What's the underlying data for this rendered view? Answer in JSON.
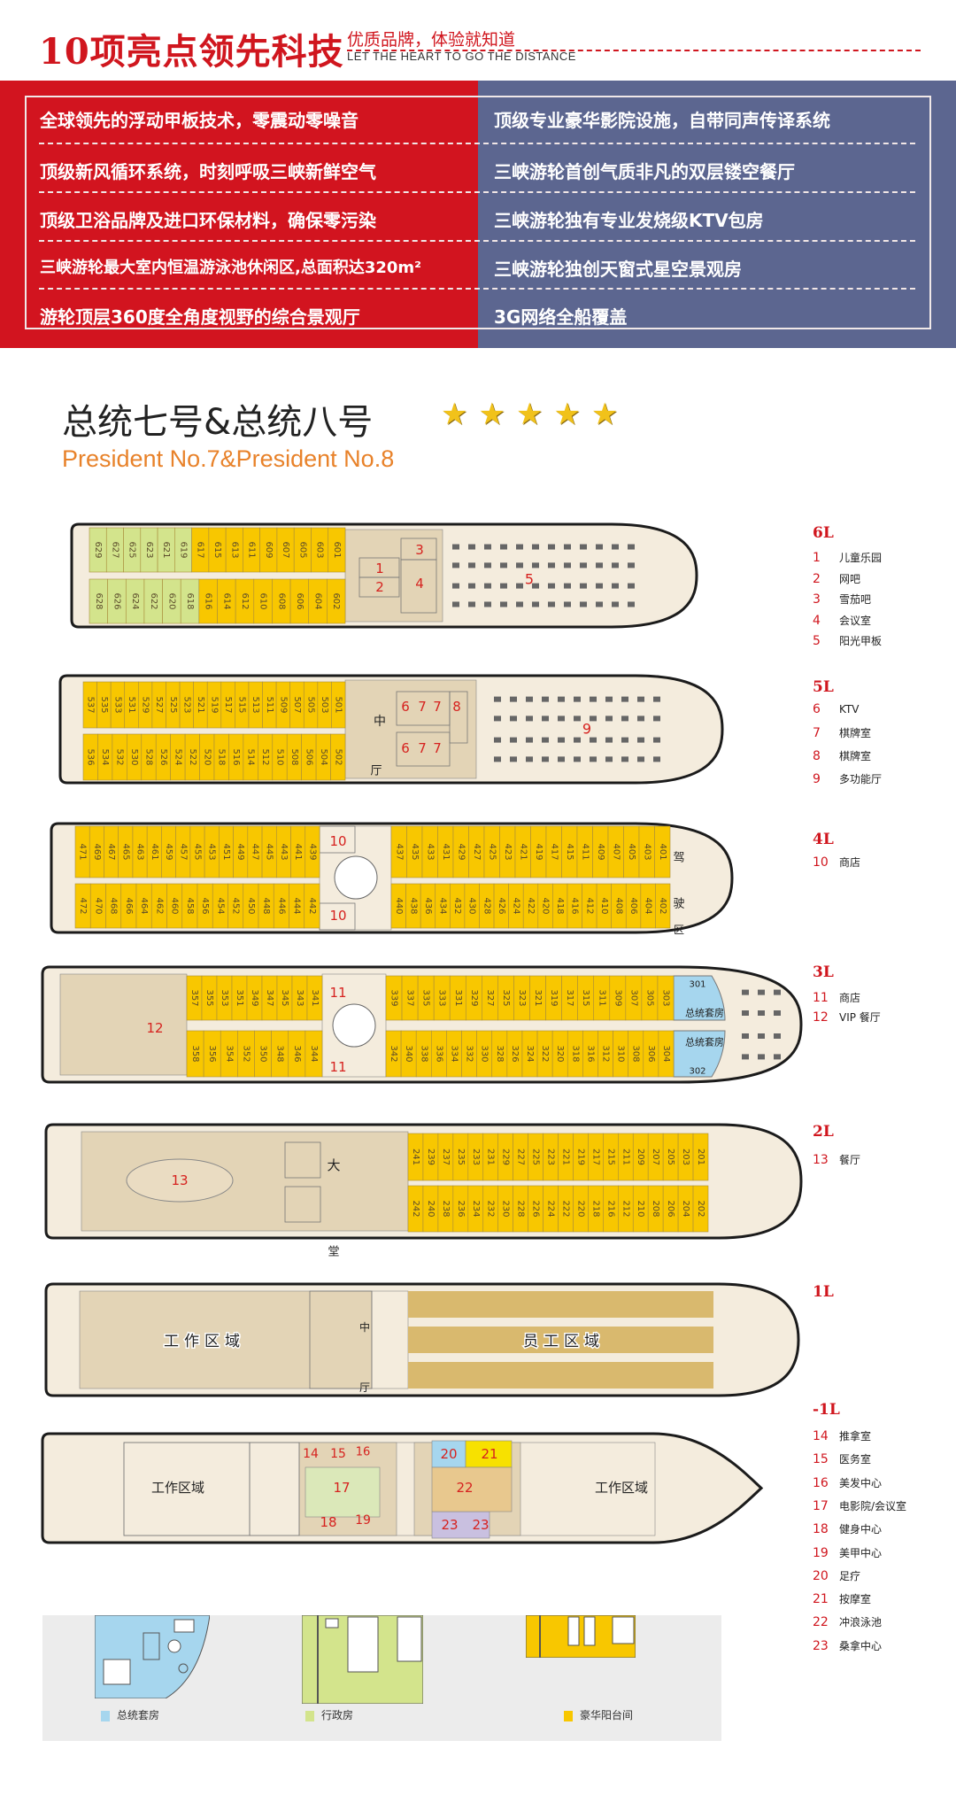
{
  "header": {
    "title": "10项亮点领先科技",
    "slogan_cn": "优质品牌，体验就知道",
    "slogan_en": "LET THE HEART TO GO THE DISTANCE"
  },
  "features": {
    "left": [
      "全球领先的浮动甲板技术，零震动零噪音",
      "顶级新风循环系统，时刻呼吸三峡新鲜空气",
      "顶级卫浴品牌及进口环保材料，确保零污染",
      "三峡游轮最大室内恒温游泳池休闲区,总面积达320m²",
      "游轮顶层360度全角度视野的综合景观厅"
    ],
    "right": [
      "顶级专业豪华影院设施，自带同声传译系统",
      "三峡游轮首创气质非凡的双层镂空餐厅",
      "三峡游轮独有专业发烧级KTV包房",
      "三峡游轮独创天窗式星空景观房",
      "3G网络全船覆盖"
    ]
  },
  "ship": {
    "title": "总统七号&总统八号",
    "subtitle": "President No.7&President No.8",
    "stars": "★★★★★",
    "star_count": 5
  },
  "decks": [
    {
      "id": "6L",
      "executive_rooms": [
        "629",
        "627",
        "625",
        "623",
        "621",
        "619",
        "628",
        "626",
        "624",
        "622",
        "620",
        "618"
      ],
      "blocks": [
        {
          "top": [
            "629",
            "627",
            "625",
            "623",
            "621",
            "619",
            "617",
            "615",
            "613",
            "611",
            "609",
            "607",
            "605",
            "603",
            "601"
          ],
          "bottom": [
            "628",
            "626",
            "624",
            "622",
            "620",
            "618",
            "616",
            "614",
            "612",
            "610",
            "608",
            "606",
            "604",
            "602"
          ]
        }
      ],
      "areas": [
        "1",
        "2",
        "3",
        "4",
        "5"
      ]
    },
    {
      "id": "5L",
      "executive_rooms": [],
      "blocks": [
        {
          "top": [
            "537",
            "535",
            "533",
            "531",
            "529",
            "527",
            "525",
            "523",
            "521",
            "519",
            "517",
            "515",
            "513",
            "511",
            "509",
            "507",
            "505",
            "503",
            "501"
          ],
          "bottom": [
            "536",
            "534",
            "532",
            "530",
            "528",
            "526",
            "524",
            "522",
            "520",
            "518",
            "516",
            "514",
            "512",
            "510",
            "508",
            "506",
            "504",
            "502"
          ]
        }
      ],
      "areas": [
        "中",
        "厅",
        "6",
        "7",
        "7",
        "8",
        "6",
        "7",
        "7",
        "9"
      ]
    },
    {
      "id": "4L",
      "executive_rooms": [],
      "blocks": [
        {
          "top": [
            "471",
            "469",
            "467",
            "465",
            "463",
            "461",
            "459",
            "457",
            "455",
            "453",
            "451",
            "449",
            "447",
            "445",
            "443",
            "441",
            "439"
          ],
          "bottom": [
            "472",
            "470",
            "468",
            "466",
            "464",
            "462",
            "460",
            "458",
            "456",
            "454",
            "452",
            "450",
            "448",
            "446",
            "444",
            "442"
          ]
        },
        {
          "top": [
            "437",
            "435",
            "433",
            "431",
            "429",
            "427",
            "425",
            "423",
            "421",
            "419",
            "417",
            "415",
            "411",
            "409",
            "407",
            "405",
            "403",
            "401"
          ],
          "bottom": [
            "440",
            "438",
            "436",
            "434",
            "432",
            "430",
            "428",
            "426",
            "424",
            "422",
            "420",
            "418",
            "416",
            "412",
            "410",
            "408",
            "406",
            "404",
            "402"
          ]
        }
      ],
      "areas": [
        "10",
        "10",
        "驾",
        "驶",
        "区"
      ]
    },
    {
      "id": "3L",
      "executive_rooms": [],
      "blocks": [
        {
          "top": [
            "357",
            "355",
            "353",
            "351",
            "349",
            "347",
            "345",
            "343",
            "341"
          ],
          "bottom": [
            "358",
            "356",
            "354",
            "352",
            "350",
            "348",
            "346",
            "344"
          ]
        },
        {
          "top": [
            "339",
            "337",
            "335",
            "333",
            "331",
            "329",
            "327",
            "325",
            "323",
            "321",
            "319",
            "317",
            "315",
            "311",
            "309",
            "307",
            "305",
            "303"
          ],
          "bottom": [
            "342",
            "340",
            "338",
            "336",
            "334",
            "332",
            "330",
            "328",
            "326",
            "324",
            "322",
            "320",
            "318",
            "316",
            "312",
            "310",
            "308",
            "306",
            "304"
          ]
        }
      ],
      "areas": [
        "11",
        "11",
        "12",
        "总统套房",
        "总统套房",
        "301",
        "302"
      ]
    },
    {
      "id": "2L",
      "executive_rooms": [],
      "blocks": [
        {
          "top": [
            "241",
            "239",
            "237",
            "235",
            "233",
            "231",
            "229",
            "227",
            "225",
            "223",
            "221",
            "219",
            "217",
            "215",
            "211",
            "209",
            "207",
            "205",
            "203",
            "201"
          ],
          "bottom": [
            "242",
            "240",
            "238",
            "236",
            "234",
            "232",
            "230",
            "228",
            "226",
            "224",
            "222",
            "220",
            "218",
            "216",
            "212",
            "210",
            "208",
            "206",
            "204",
            "202"
          ]
        }
      ],
      "areas": [
        "13",
        "大",
        "堂"
      ]
    },
    {
      "id": "1L",
      "executive_rooms": [],
      "blocks": [],
      "areas": [
        "工作区域",
        "中",
        "厅",
        "员工区域"
      ]
    },
    {
      "id": "-1L",
      "executive_rooms": [],
      "blocks": [],
      "areas": [
        "工作区域",
        "14",
        "15",
        "16",
        "17",
        "18",
        "19",
        "20",
        "21",
        "22",
        "23",
        "23",
        "工作区域"
      ]
    }
  ],
  "legend": [
    {
      "deck": "6L",
      "items": [
        {
          "num": "1",
          "name": "儿童乐园"
        },
        {
          "num": "2",
          "name": "网吧"
        },
        {
          "num": "3",
          "name": "雪茄吧"
        },
        {
          "num": "4",
          "name": "会议室"
        },
        {
          "num": "5",
          "name": "阳光甲板"
        }
      ]
    },
    {
      "deck": "5L",
      "items": [
        {
          "num": "6",
          "name": "KTV"
        },
        {
          "num": "7",
          "name": "棋牌室"
        },
        {
          "num": "8",
          "name": "棋牌室"
        },
        {
          "num": "9",
          "name": "多功能厅"
        }
      ]
    },
    {
      "deck": "4L",
      "items": [
        {
          "num": "10",
          "name": "商店"
        }
      ]
    },
    {
      "deck": "3L",
      "items": [
        {
          "num": "11",
          "name": "商店"
        },
        {
          "num": "12",
          "name": "VIP 餐厅"
        }
      ]
    },
    {
      "deck": "2L",
      "items": [
        {
          "num": "13",
          "name": "餐厅"
        }
      ]
    },
    {
      "deck": "1L",
      "items": []
    },
    {
      "deck": "-1L",
      "items": [
        {
          "num": "14",
          "name": "推拿室"
        },
        {
          "num": "15",
          "name": "医务室"
        },
        {
          "num": "16",
          "name": "美发中心"
        },
        {
          "num": "17",
          "name": "电影院/会议室"
        },
        {
          "num": "18",
          "name": "健身中心"
        },
        {
          "num": "19",
          "name": "美甲中心"
        },
        {
          "num": "20",
          "name": "足疗"
        },
        {
          "num": "21",
          "name": "按摩室"
        },
        {
          "num": "22",
          "name": "冲浪泳池"
        },
        {
          "num": "23",
          "name": "桑拿中心"
        }
      ]
    }
  ],
  "room_types": [
    {
      "name": "总统套房",
      "color": "#a6d6ee"
    },
    {
      "name": "行政房",
      "color": "#d3e48c"
    },
    {
      "name": "豪华阳台间",
      "color": "#f8c700"
    }
  ],
  "colors": {
    "red": "#d2141f",
    "blue": "#5c6690",
    "cabin": "#f8c700",
    "executive": "#d3e48c",
    "suite": "#a6d6ee",
    "hull": "#f4ecdd",
    "interior": "#e3d4b6",
    "staff": "#d9b96e",
    "label_red": "#d6221f"
  }
}
